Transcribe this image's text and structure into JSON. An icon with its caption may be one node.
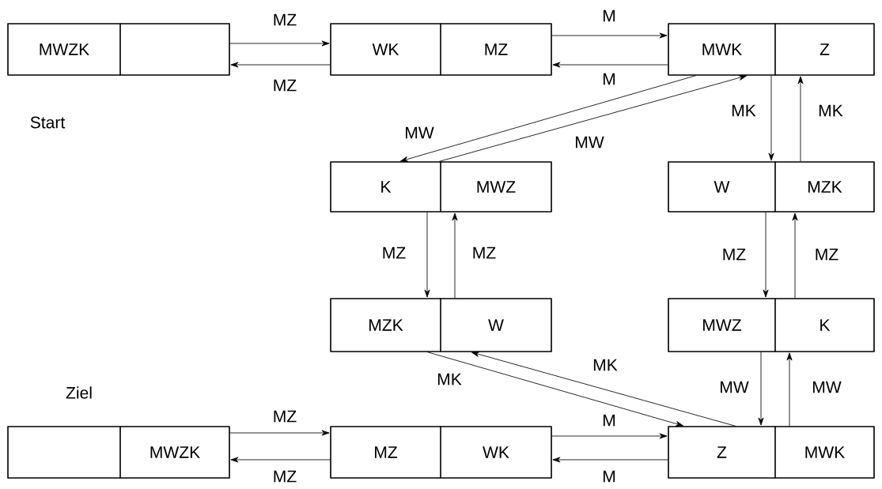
{
  "diagram": {
    "nodes": [
      {
        "text": [],
        "shape": "box"
      },
      {
        "text": [
          "MWZK"
        ],
        "in": 0
      },
      {
        "text": [],
        "shape": "box",
        "in": 0
      },
      {
        "text": [],
        "shape": "box"
      },
      {
        "text": [
          "WK"
        ],
        "in": 3
      },
      {
        "text": [
          "MZ"
        ],
        "in": 3
      },
      {
        "text": [],
        "shape": "box"
      },
      {
        "text": [
          "MWK"
        ],
        "in": 6
      },
      {
        "text": [
          "Z"
        ],
        "in": 6
      },
      {
        "text": [],
        "shape": "box"
      },
      {
        "text": [
          "K"
        ],
        "in": 9
      },
      {
        "text": [
          "MWZ"
        ],
        "in": 9
      },
      {
        "text": [],
        "shape": "box"
      },
      {
        "text": [
          "W"
        ],
        "in": 12
      },
      {
        "text": [
          "MZK"
        ],
        "in": 12
      },
      {
        "text": [],
        "shape": "box"
      },
      {
        "text": [
          "MZK"
        ],
        "in": 15
      },
      {
        "text": [
          "W"
        ],
        "in": 15
      },
      {
        "text": [],
        "shape": "box"
      },
      {
        "text": [
          "MWZ"
        ],
        "in": 18
      },
      {
        "text": [
          "K"
        ],
        "in": 18
      },
      {
        "text": [],
        "shape": "box"
      },
      {
        "text": [],
        "shape": "box",
        "in": 21
      },
      {
        "text": [
          "MWZK"
        ],
        "in": 21
      },
      {
        "text": [],
        "shape": "box"
      },
      {
        "text": [
          "MZ"
        ],
        "in": 24
      },
      {
        "text": [
          "WK"
        ],
        "in": 24
      },
      {
        "text": [],
        "shape": "box"
      },
      {
        "text": [
          "Z"
        ],
        "in": 27
      },
      {
        "text": [
          "MWK"
        ],
        "in": 27
      }
    ],
    "edges": [
      {
        "from": 0,
        "to": 3,
        "arrow": "to",
        "label": "MZ"
      },
      {
        "from": 3,
        "to": 0,
        "arrow": "to",
        "label": "MZ"
      },
      {
        "from": 3,
        "to": 6,
        "arrow": "to",
        "label": "M"
      },
      {
        "from": 6,
        "to": 3,
        "arrow": "to",
        "label": "M"
      },
      {
        "from": 6,
        "to": 9,
        "arrow": "to",
        "label": "MW"
      },
      {
        "from": 9,
        "to": 6,
        "arrow": "to",
        "label": "MW"
      },
      {
        "from": 6,
        "to": 12,
        "arrow": "to",
        "label": "MK"
      },
      {
        "from": 12,
        "to": 6,
        "arrow": "to",
        "label": "MK"
      },
      {
        "from": 9,
        "to": 15,
        "arrow": "to",
        "label": "MZ"
      },
      {
        "from": 15,
        "to": 9,
        "arrow": "to",
        "label": "MZ"
      },
      {
        "from": 12,
        "to": 18,
        "arrow": "to",
        "label": "MZ"
      },
      {
        "from": 18,
        "to": 12,
        "arrow": "to",
        "label": "MZ"
      },
      {
        "from": 18,
        "to": 27,
        "arrow": "to",
        "label": "MW"
      },
      {
        "from": 27,
        "to": 18,
        "arrow": "to",
        "label": "MW"
      },
      {
        "from": 15,
        "to": 27,
        "arrow": "to",
        "label": "MK"
      },
      {
        "from": 27,
        "to": 15,
        "arrow": "to",
        "label": "MK"
      },
      {
        "from": 21,
        "to": 24,
        "arrow": "to",
        "label": "MZ"
      },
      {
        "from": 24,
        "to": 21,
        "arrow": "to",
        "label": "MZ"
      },
      {
        "from": 24,
        "to": 27,
        "arrow": "to",
        "label": "M"
      },
      {
        "from": 27,
        "to": 24,
        "arrow": "to",
        "label": "M"
      }
    ],
    "labels": [
      "Start",
      "Ziel"
    ]
  }
}
